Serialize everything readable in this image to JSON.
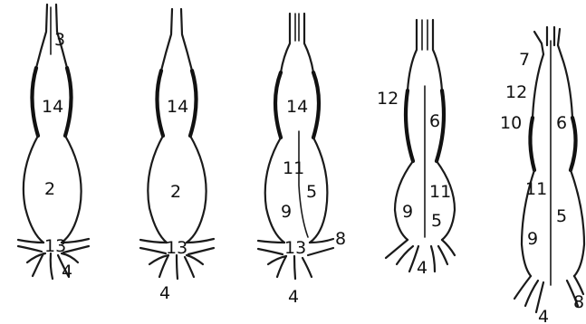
{
  "figures": [
    {
      "labels": {
        "l3": "3",
        "l14": "14",
        "l2": "2",
        "l13": "13",
        "l4": "4"
      }
    },
    {
      "labels": {
        "l14": "14",
        "l2": "2",
        "l13": "13",
        "l4": "4"
      }
    },
    {
      "labels": {
        "l14": "14",
        "l11": "11",
        "l5": "5",
        "l9": "9",
        "l13": "13",
        "l8": "8",
        "l4": "4"
      }
    },
    {
      "labels": {
        "l12": "12",
        "l6": "6",
        "l9": "9",
        "l11": "11",
        "l5": "5",
        "l4": "4"
      }
    },
    {
      "labels": {
        "l7": "7",
        "l12": "12",
        "l10": "10",
        "l6": "6",
        "l11": "11",
        "l5": "5",
        "l9": "9",
        "l4": "4",
        "l8": "8"
      }
    }
  ]
}
